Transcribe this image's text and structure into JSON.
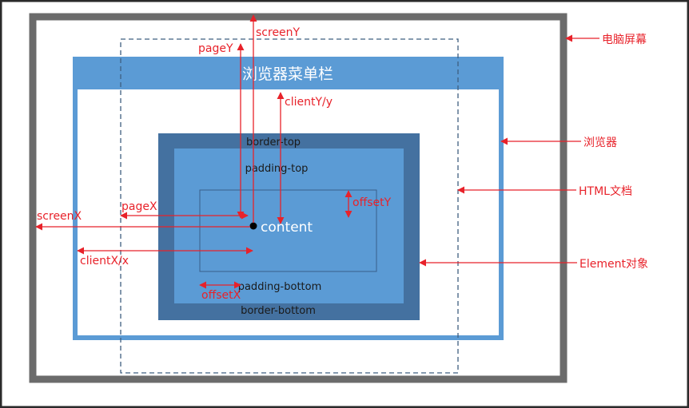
{
  "labels": {
    "computer_screen": "电脑屏幕",
    "browser": "浏览器",
    "html_document": "HTML文档",
    "element_object": "Element对象",
    "browser_menu_bar": "浏览器菜单栏",
    "border_top": "border-top",
    "padding_top": "padding-top",
    "content": "content",
    "padding_bottom": "padding-bottom",
    "border_bottom": "border-bottom",
    "screen_y": "screenY",
    "page_y": "pageY",
    "client_y": "clientY/y",
    "offset_y": "offsetY",
    "screen_x": "screenX",
    "page_x": "pageX",
    "client_x": "clientX/x",
    "offset_x": "offsetX"
  },
  "colors": {
    "screen_frame": "#6b6b6b",
    "browser_blue": "#5b9bd5",
    "border_dark": "#4471a0",
    "arrow_red": "#e8222a",
    "dashed_doc": "#3f5f80",
    "page_frame": "#2b2b2b"
  }
}
